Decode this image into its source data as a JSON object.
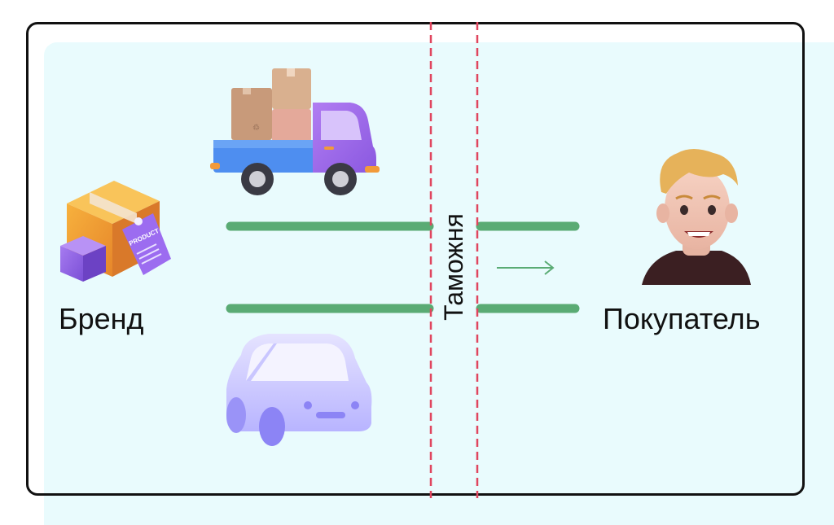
{
  "labels": {
    "brand": "Бренд",
    "customs": "Таможня",
    "buyer": "Покупатель"
  },
  "colors": {
    "background_panel": "#e9fbfd",
    "frame_border": "#111111",
    "route_line": "#5aab74",
    "customs_border": "#e0455e",
    "arrow": "#5aab74"
  },
  "icons": {
    "brand": "product-box-icon",
    "truck": "delivery-truck-icon",
    "car": "car-icon",
    "buyer": "person-avatar-icon",
    "direction": "arrow-right-icon"
  }
}
